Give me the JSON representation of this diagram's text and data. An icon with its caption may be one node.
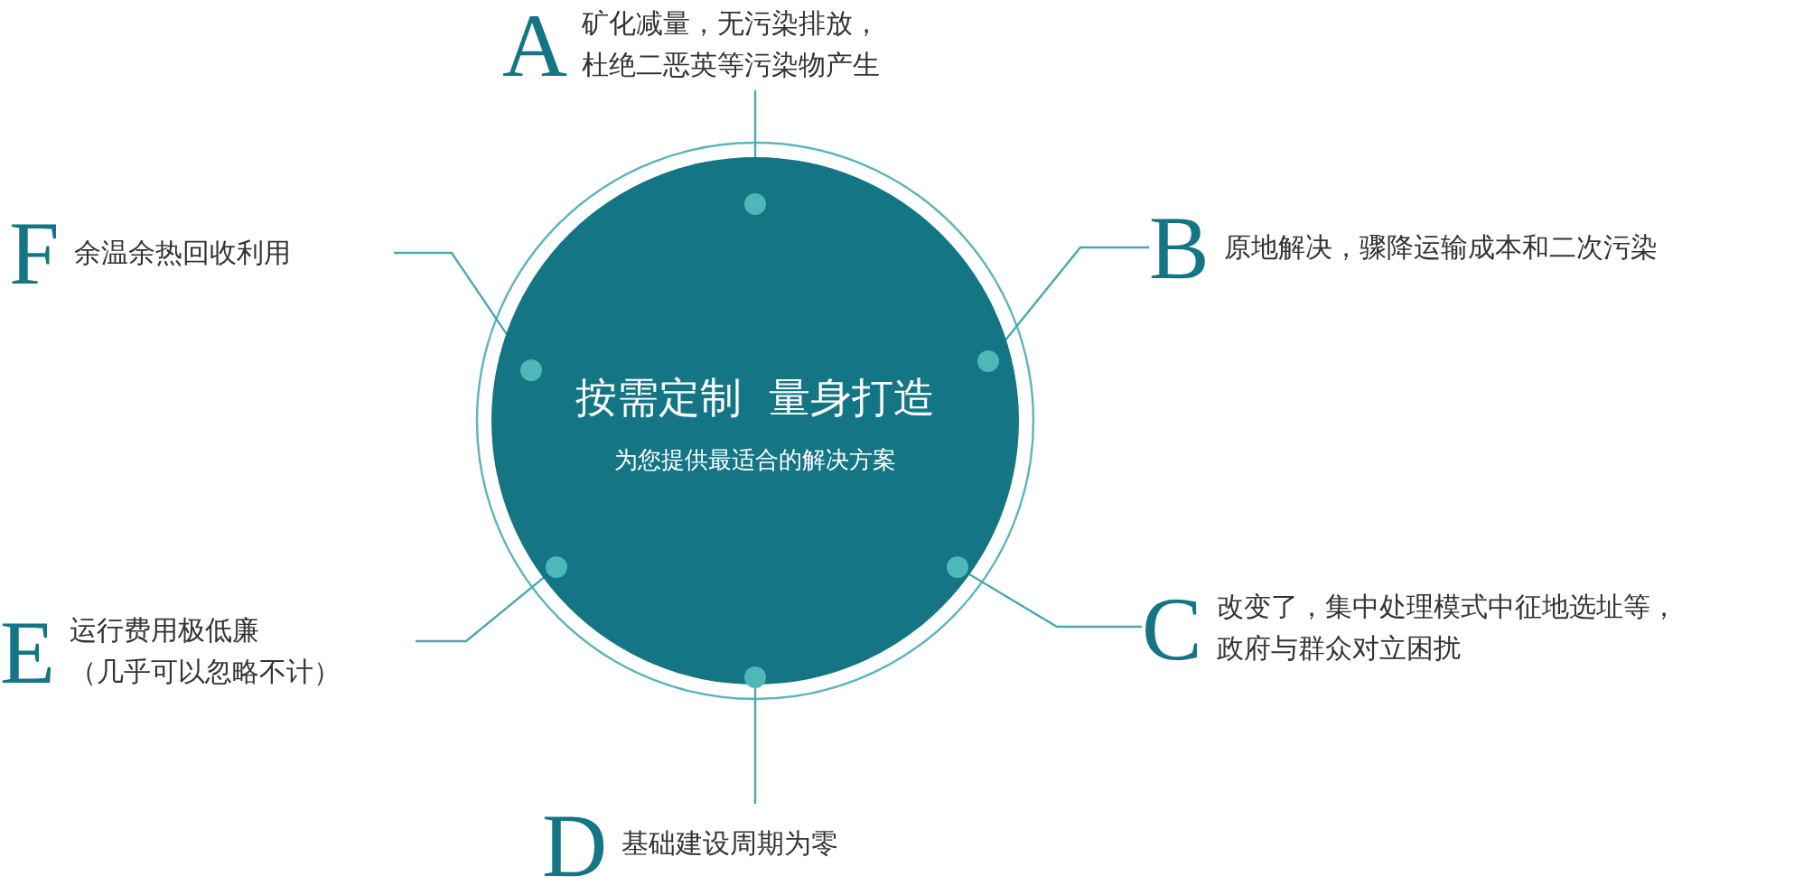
{
  "diagram": {
    "nodes": [
      {
        "text": [
          "按需定制  量身打造",
          "为您提供最适合的解决方案"
        ]
      },
      {
        "text": [],
        "shape": "circle",
        "in": 0
      },
      {
        "text": [],
        "shape": "circle",
        "in": 0
      },
      {
        "text": [],
        "shape": "circle",
        "in": 0
      },
      {
        "text": [],
        "shape": "circle",
        "in": 0
      },
      {
        "text": [],
        "shape": "circle",
        "in": 0
      },
      {
        "text": [],
        "shape": "circle",
        "in": 0
      },
      {
        "text": [
          "A",
          "矿化减量，无污染排放，杜绝二恶英等污染物产生"
        ]
      },
      {
        "text": [
          "B",
          "原地解决，骤降运输成本和二次污染"
        ]
      },
      {
        "text": [
          "C",
          "改变了，集中处理模式中征地选址等，政府与群众对立困扰"
        ]
      },
      {
        "text": [
          "D",
          "基础建设周期为零"
        ]
      },
      {
        "text": [
          "E",
          "运行费用极低廉（几乎可以忽略不计）"
        ]
      },
      {
        "text": [
          "F",
          "余温余热回收利用"
        ]
      }
    ],
    "edges": [
      {
        "from": 7,
        "to": 1,
        "arrow": "none"
      },
      {
        "from": 8,
        "to": 2,
        "arrow": "none"
      },
      {
        "from": 9,
        "to": 5,
        "arrow": "none"
      },
      {
        "from": 10,
        "to": 6,
        "arrow": "none"
      },
      {
        "from": 11,
        "to": 4,
        "arrow": "none"
      },
      {
        "from": 12,
        "to": 3,
        "arrow": "none"
      }
    ]
  }
}
